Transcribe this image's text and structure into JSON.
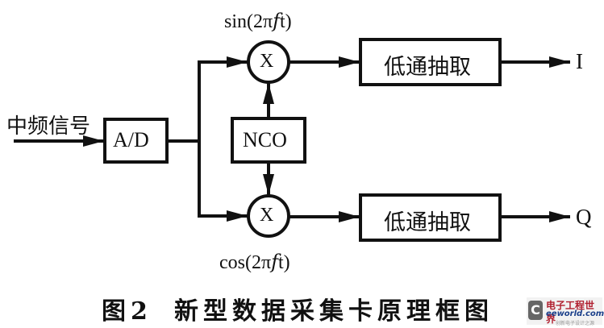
{
  "diagram": {
    "input_label": "中频信号",
    "adc_label": "A/D",
    "nco_label": "NCO",
    "mixer_top_label": "X",
    "mixer_bottom_label": "X",
    "sin_label": "sin(2π𝑓t)",
    "cos_label": "cos(2π𝑓t)",
    "lpf_top_label": "低通抽取",
    "lpf_bottom_label": "低通抽取",
    "output_i": "I",
    "output_q": "Q"
  },
  "caption": {
    "figure_no": "图2",
    "title": "新型数据采集卡原理框图"
  },
  "watermark": {
    "icon": "C",
    "name_cn": "电子工程世界",
    "name_en": "eeworld.com.cn",
    "tagline": "创新电子设计之源"
  }
}
